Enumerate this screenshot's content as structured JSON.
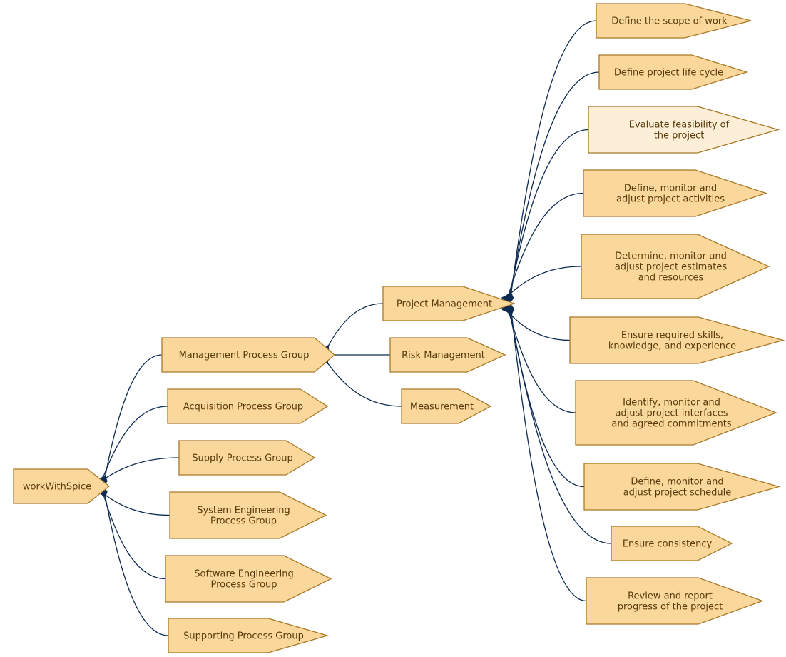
{
  "colors": {
    "node_fill": "#fad89b",
    "node_fill_highlight": "#fdefd7",
    "node_stroke": "#a9792a",
    "edge": "#0d2a52",
    "label": "#5a3a0a"
  },
  "nodes": {
    "root": [
      "workWithSpice"
    ],
    "management": [
      "Management Process Group"
    ],
    "acquisition": [
      "Acquisition Process Group"
    ],
    "supply": [
      "Supply Process Group"
    ],
    "sysEng": [
      "System Engineering",
      "Process Group"
    ],
    "swEng": [
      "Software Engineering",
      "Process Group"
    ],
    "supporting": [
      "Supporting Process Group"
    ],
    "pm": [
      "Project Management"
    ],
    "risk": [
      "Risk Management"
    ],
    "measure": [
      "Measurement"
    ],
    "scope": [
      "Define the scope of work"
    ],
    "lifecycle": [
      "Define project life cycle"
    ],
    "feasibility": [
      "Evaluate feasibility of",
      "the project"
    ],
    "activities": [
      "Define, monitor and",
      "adjust project activities"
    ],
    "estimates": [
      "Determine, monitor und",
      "adjust project estimates",
      "and resources"
    ],
    "skills": [
      "Ensure required skills,",
      "knowledge, and experience"
    ],
    "interfaces": [
      "Identify, monitor and",
      "adjust project interfaces",
      "and agreed commitments"
    ],
    "schedule": [
      "Define, monitor and",
      "adjust project schedule"
    ],
    "consistency": [
      "Ensure consistency"
    ],
    "review": [
      "Review and report",
      "progress of the project"
    ]
  },
  "edges": [
    {
      "from": "root",
      "to": "management"
    },
    {
      "from": "root",
      "to": "acquisition"
    },
    {
      "from": "root",
      "to": "supply"
    },
    {
      "from": "root",
      "to": "sysEng"
    },
    {
      "from": "root",
      "to": "swEng"
    },
    {
      "from": "root",
      "to": "supporting"
    },
    {
      "from": "management",
      "to": "pm"
    },
    {
      "from": "management",
      "to": "risk"
    },
    {
      "from": "management",
      "to": "measure"
    },
    {
      "from": "pm",
      "to": "scope"
    },
    {
      "from": "pm",
      "to": "lifecycle"
    },
    {
      "from": "pm",
      "to": "feasibility"
    },
    {
      "from": "pm",
      "to": "activities"
    },
    {
      "from": "pm",
      "to": "estimates"
    },
    {
      "from": "pm",
      "to": "skills"
    },
    {
      "from": "pm",
      "to": "interfaces"
    },
    {
      "from": "pm",
      "to": "schedule"
    },
    {
      "from": "pm",
      "to": "consistency"
    },
    {
      "from": "pm",
      "to": "review"
    }
  ],
  "highlighted": [
    "feasibility"
  ]
}
